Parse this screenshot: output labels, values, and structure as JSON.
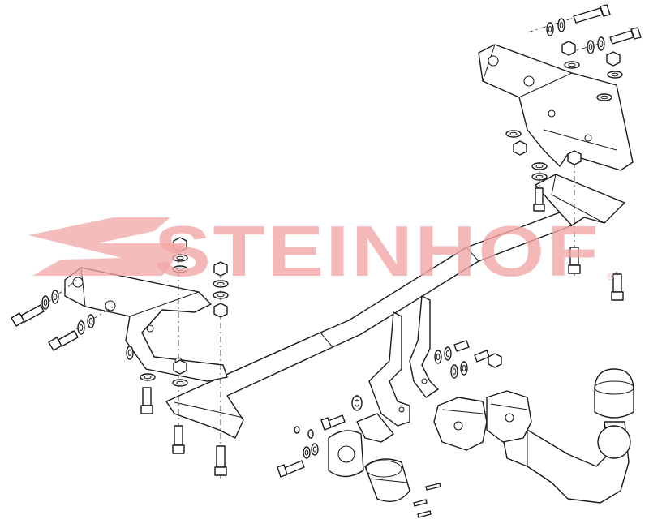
{
  "watermark": {
    "brand_text": "STEINHOF",
    "trademark": "®",
    "color": "#f2a6a6"
  },
  "diagram": {
    "type": "exploded-view",
    "parts": [
      "crossbar",
      "left-bracket",
      "right-bracket",
      "tow-ball-neck",
      "tow-ball-cap",
      "lock-mechanism",
      "electrical-socket",
      "socket-plate",
      "bolt",
      "nut",
      "washer"
    ]
  }
}
